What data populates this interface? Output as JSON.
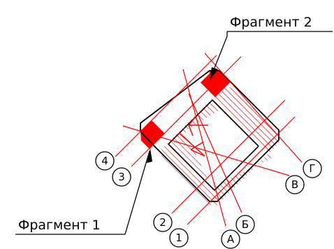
{
  "labels": {
    "fragment_1": "Фрагмент 1",
    "fragment_2": "Фрагмент 2"
  },
  "axes": [
    "1",
    "2",
    "3",
    "4",
    "А",
    "Б",
    "В",
    "Г"
  ],
  "colors": {
    "grid_line": "#ff0000",
    "fragment_fill": "#ff0000",
    "hatch": "#d00000",
    "outline": "#000000",
    "background": "#ffffff"
  }
}
